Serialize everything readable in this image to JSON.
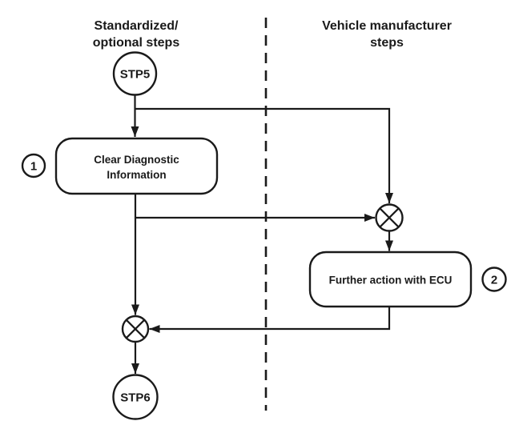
{
  "headers": {
    "left_line1": "Standardized/",
    "left_line2": "optional steps",
    "right_line1": "Vehicle manufacturer",
    "right_line2": "steps"
  },
  "nodes": {
    "start_label": "STP5",
    "end_label": "STP6",
    "clear_diag_line1": "Clear Diagnostic",
    "clear_diag_line2": "Information",
    "further_action_label": "Further action with ECU"
  },
  "step_numbers": {
    "clear_diag": "1",
    "further_action": "2"
  },
  "colors": {
    "line": "#1a1a1a",
    "background": "#ffffff"
  }
}
